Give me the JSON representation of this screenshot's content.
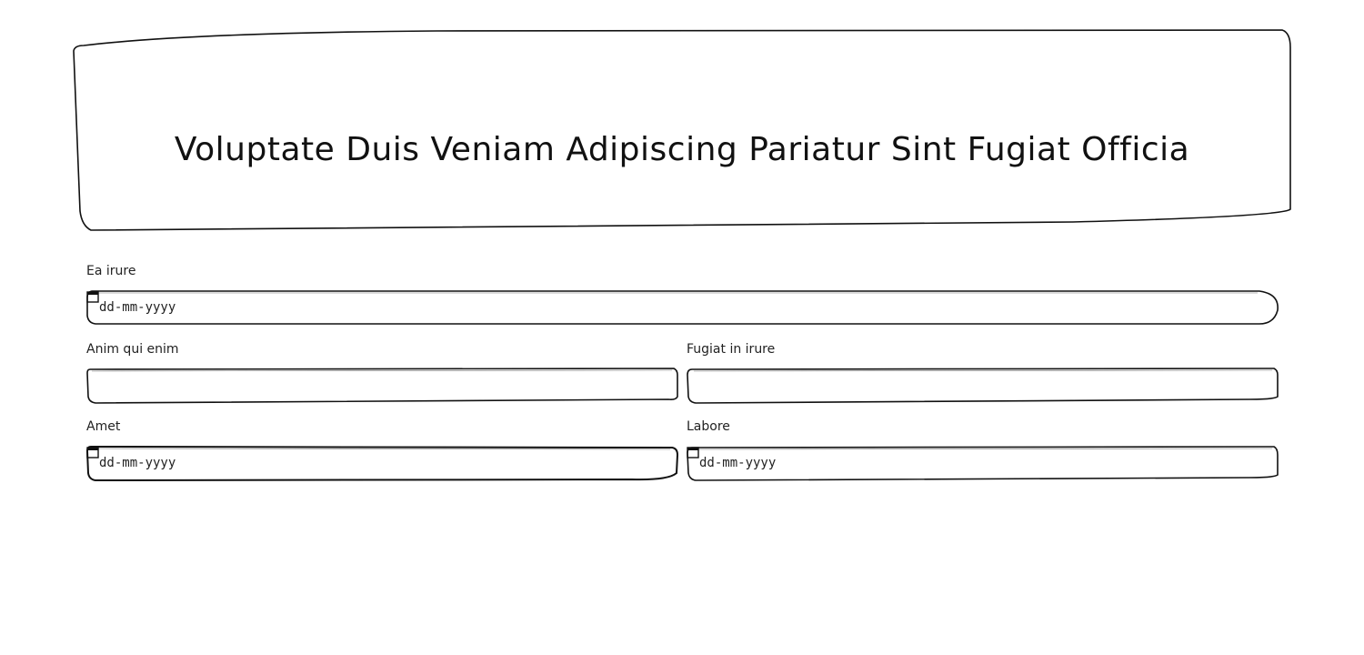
{
  "header": {
    "title": "Voluptate Duis Veniam Adipiscing Pariatur Sint Fugiat Officia"
  },
  "form": {
    "fields": [
      {
        "label": "Ea irure",
        "type": "date",
        "placeholder": "dd-mm-yyyy"
      },
      {
        "label": "Anim qui enim",
        "type": "text",
        "value": ""
      },
      {
        "label": "Fugiat in irure",
        "type": "text",
        "value": ""
      },
      {
        "label": "Amet",
        "type": "date",
        "placeholder": "dd-mm-yyyy"
      },
      {
        "label": "Labore",
        "type": "date",
        "placeholder": "dd-mm-yyyy"
      }
    ]
  },
  "icons": {
    "date_picker": "calendar-icon"
  }
}
